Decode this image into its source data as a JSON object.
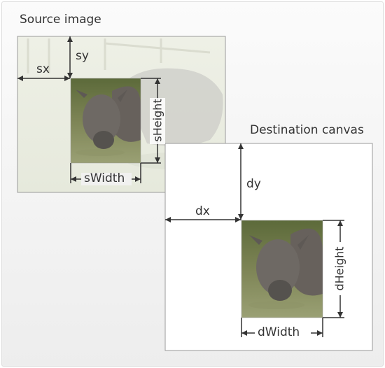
{
  "title_source": "Source image",
  "title_destination": "Destination canvas",
  "labels": {
    "sx": "sx",
    "sy": "sy",
    "sWidth": "sWidth",
    "sHeight": "sHeight",
    "dx": "dx",
    "dy": "dy",
    "dWidth": "dWidth",
    "dHeight": "dHeight"
  },
  "image_subject": "rhino-in-water",
  "colors": {
    "panel_border": "#dcdcdc",
    "guide_line": "#333333",
    "water": "#7b8250",
    "rhino": "#6d6a66"
  }
}
